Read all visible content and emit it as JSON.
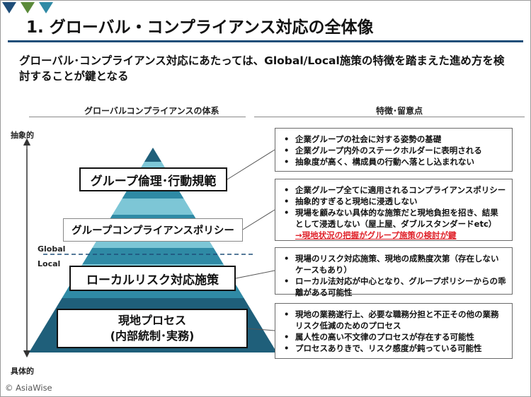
{
  "header": {
    "title": "1. グローバル・コンプライアンス対応の全体像",
    "subtitle": "グローバル･コンプライアンス対応にあたっては、Global/Local施策の特徴を踏まえた進め方を検討することが鍵となる"
  },
  "columns": {
    "left": "グローバルコンプライアンスの体系",
    "right": "特徴･留意点"
  },
  "axis": {
    "top": "抽象的",
    "bottom": "具体的"
  },
  "zones": {
    "global": "Global",
    "local": "Local"
  },
  "pyramid": {
    "colors": {
      "dark": "#1f5f7a",
      "mid": "#2f8aa5",
      "light": "#7dc6d6"
    },
    "levels": [
      {
        "label": "グループ倫理･行動規範"
      },
      {
        "label": "グループコンプライアンスポリシー"
      },
      {
        "label": "ローカルリスク対応施策"
      },
      {
        "label_line1": "現地プロセス",
        "label_line2": "(内部統制･実務)"
      }
    ]
  },
  "notes": [
    {
      "items": [
        "企業グループの社会に対する姿勢の基礎",
        "企業グループ内外のステークホルダーに表明される",
        "抽象度が高く、構成員の行動へ落とし込まれない"
      ]
    },
    {
      "items": [
        "企業グループ全てに適用されるコンプライアンスポリシー",
        "抽象的すぎると現地に浸透しない",
        "現場を顧みない具体的な施策だと現地負担を招き、結果として浸透しない（屋上屋、ダブルスタンダードetc）"
      ],
      "warning": "→現地状況の把握がグループ施策の検討が鍵"
    },
    {
      "items": [
        "現場のリスク対応施策、現地の成熟度次第（存在しないケースもあり）",
        "ローカル法対応が中心となり、グループポリシーからの乖離がある可能性"
      ]
    },
    {
      "items": [
        "現地の業務遂行上、必要な職務分担と不正その他の業務リスク低減のためのプロセス",
        "属人性の高い不文律のプロセスが存在する可能性",
        "プロセスありきで、リスク感度が鈍っている可能性"
      ]
    }
  ],
  "footer": {
    "copyright": "© AsiaWise"
  },
  "brand": {
    "accent": "#1f4e79",
    "logo_colors": [
      "#1f4e79",
      "#5b8a3a",
      "#2f8aa5"
    ]
  }
}
